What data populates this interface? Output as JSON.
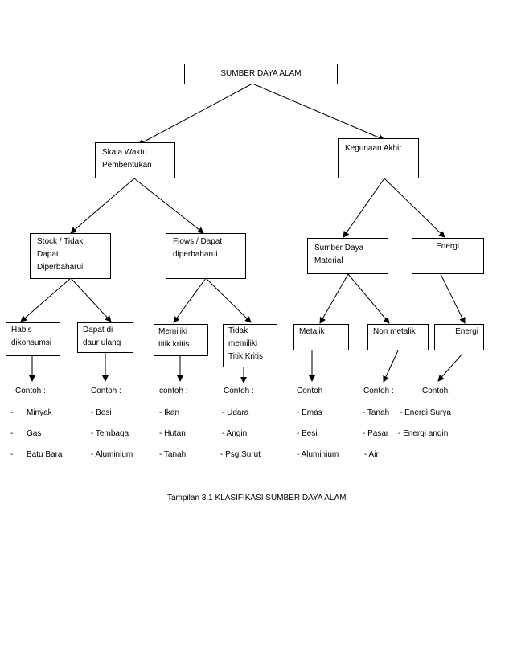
{
  "nodes": {
    "root": "SUMBER DAYA ALAM",
    "skala": "Skala Waktu\nPembentukan",
    "kegunaan": "Kegunaan Akhir",
    "stock": "Stock / Tidak\nDapat\nDiperbaharui",
    "flows": "Flows / Dapat\ndiperbaharui",
    "sumber_material": "Sumber Daya\nMaterial",
    "energi_parent": "Energi",
    "habis": "Habis\ndikonsumsi",
    "daur": "Dapat di\ndaur ulang",
    "memiliki": "Memiliki\ntitik kritis",
    "tidak_memiliki": "Tidak\nmemiliki\nTitik Kritis",
    "metalik": "Metalik",
    "non_metalik": "Non metalik",
    "energi_leaf": "Energi"
  },
  "examples": {
    "habis": {
      "heading": "Contoh :",
      "items": [
        "Minyak",
        "Gas",
        "Batu Bara"
      ],
      "dash": "-"
    },
    "daur": {
      "heading": "Contoh :",
      "items": [
        "- Besi",
        "- Tembaga",
        "- Aluminium"
      ]
    },
    "memiliki": {
      "heading": "contoh :",
      "items": [
        "- Ikan",
        "- Hutan",
        "- Tanah"
      ]
    },
    "tidak_memiliki": {
      "heading": "Contoh :",
      "items": [
        "- Udara",
        "- Angin",
        "- Psg.Surut"
      ]
    },
    "metalik": {
      "heading": "Contoh :",
      "items": [
        "- Emas",
        "- Besi",
        "- Aluminium"
      ]
    },
    "non_metalik": {
      "heading": "Contoh :",
      "items": [
        "- Tanah",
        "- Pasar",
        "- Air"
      ]
    },
    "energi": {
      "heading": "Contoh:",
      "items": [
        "- Energi Surya",
        "- Energi angin"
      ]
    }
  },
  "caption": "Tampilan 3.1 KLASIFIKASI SUMBER DAYA ALAM"
}
